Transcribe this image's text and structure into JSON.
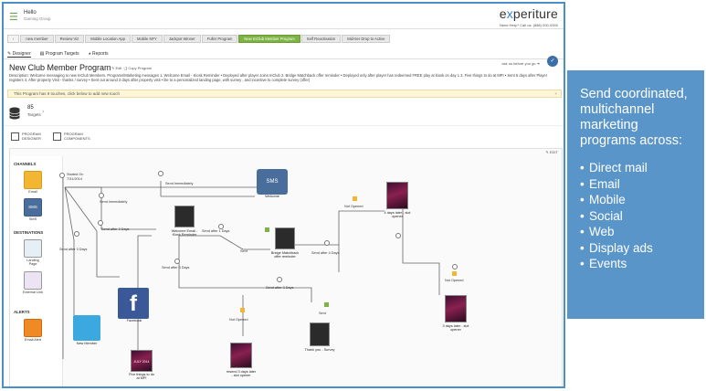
{
  "app": {
    "greeting": "Hello",
    "greeting_sub": "Gaming Group",
    "logo_pre": "e",
    "logo_x": "x",
    "logo_post": "periture",
    "help_text": "Need Help? Call us: (888) 000-0000"
  },
  "tabs": [
    {
      "label": "new member"
    },
    {
      "label": "Review Viz"
    },
    {
      "label": "Mobile Location App"
    },
    {
      "label": "Mobile NFY"
    },
    {
      "label": "Jackpot Winner"
    },
    {
      "label": "Fuller Program"
    },
    {
      "label": "New InClub Member Program",
      "active": true
    },
    {
      "label": "Self Reactivation"
    },
    {
      "label": "Mid-tier Drop to Active"
    }
  ],
  "subnav": {
    "designer": "Designer",
    "targets": "Program Targets",
    "reports": "Reports"
  },
  "program": {
    "title": "New Club Member Program",
    "edit": "Edit",
    "copy": "Copy Program",
    "right_tool": "ask us before you go",
    "description": "Description: Welcome messaging to new InClub Members. Programs/Marketing messages 1. Welcome Email - Kiosk Reminder • Deployed after player Joins InClub 2. Bridge Matchback offer reminder • Deployed only after player has redeemed FREE play at kiosk on day 1 3. Five things to do at MPI • Sent 6 days after Player registers 4. After property Visit - thanks / survey • Sent out around 3 days after property visit • lite to a personalized landing page, with survey , and incentive to complete survey (offer)",
    "banner": "This Program has 9 touches, click below to add new touch",
    "banner_close": "×",
    "targets_count": "85",
    "targets_label": "Targets"
  },
  "views": {
    "designer": "PROGRAM DESIGNER",
    "components": "PROGRAM COMPONENTS",
    "edit": "EDIT"
  },
  "palette": {
    "channels": "CHANNELS",
    "email": "Email",
    "sms": "SMS",
    "destinations": "DESTINATIONS",
    "landing": "Landing Page",
    "external": "External Link",
    "alerts": "ALERTS",
    "email_alert": "Email Alert"
  },
  "flow": {
    "start": "Started On",
    "start_date": "7/31/2014",
    "sms_text": "SMS",
    "welcome": "Welcome",
    "send_immediately_a": "Send Immediately",
    "send_immediately_b": "Send Immediately",
    "welcome_email": "Welcome Email - Kiosk Reminder",
    "send_after_3_a": "Send after 3 Days",
    "send_after_3_b": "Send after 3 Days",
    "send_after_3_c": "Send after 3 Days",
    "send_after_1": "Send after 1 Days",
    "sent": "Sent",
    "bridge": "Bridge Matchback offer reminder",
    "send_after_4": "Send after 4 Days",
    "not_opened_a": "Not Opened",
    "not_opened_b": "Not Opened",
    "not_opened_c": "Not Opened",
    "four_days": "4 days later - slot opener",
    "three_days": "3 days later - slot opener",
    "facebook": "Facebook",
    "new_member": "New Member",
    "five_things": "Five things to do at MPI",
    "resend": "resend 3 days later - slot opener",
    "thank_you": "Thank you - Survey",
    "sent_b": "Sent",
    "send_after_3_d": "Send after 3 Days",
    "thumb_text": "JULY 2014"
  },
  "sidebar": {
    "heading": "Send coordinated, multichannel marketing programs across:",
    "items": [
      "Direct mail",
      "Email",
      "Mobile",
      "Social",
      "Web",
      "Display ads",
      "Events"
    ]
  },
  "colors": {
    "accent": "#7cb342",
    "panel": "#5a95ca",
    "sms": "#4a6e9c",
    "facebook": "#3b5998",
    "twitter": "#3ba8e0",
    "email": "#f2b632",
    "alert": "#f08a24"
  }
}
